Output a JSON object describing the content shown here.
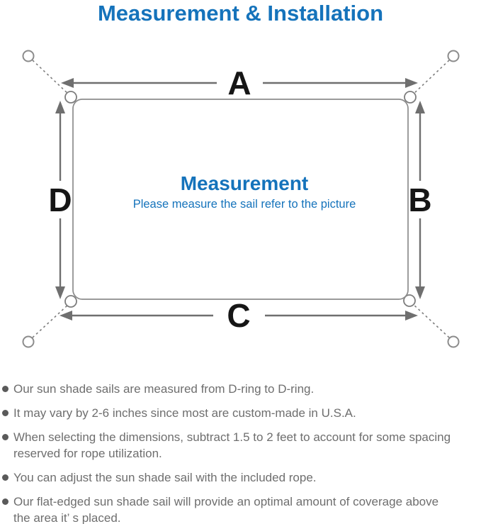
{
  "title": "Measurement & Installation",
  "diagram": {
    "center_title": "Measurement",
    "center_subtitle": "Please measure the sail refer to the picture",
    "labels": {
      "top": "A",
      "right": "B",
      "bottom": "C",
      "left": "D"
    },
    "colors": {
      "accent_blue": "#1573bb",
      "line_gray": "#8c8c8c",
      "arrow_gray": "#6f6f6f",
      "label_black": "#161616",
      "bullet_text_gray": "#6e6e6e"
    }
  },
  "bullets": [
    {
      "lines": [
        "Our sun shade sails are measured from D-ring to D-ring.",
        ""
      ]
    },
    {
      "lines": [
        "It may vary by 2-6 inches since most are custom-made in U.S.A.",
        ""
      ]
    },
    {
      "lines": [
        "When selecting the dimensions, subtract 1.5 to 2 feet to account for some spacing",
        "reserved for rope utilization."
      ]
    },
    {
      "lines": [
        "You can adjust the sun shade sail with the included rope.",
        ""
      ]
    },
    {
      "lines": [
        "Our flat-edged sun shade sail will provide an optimal amount of coverage above",
        "the area it’ s placed."
      ]
    }
  ]
}
